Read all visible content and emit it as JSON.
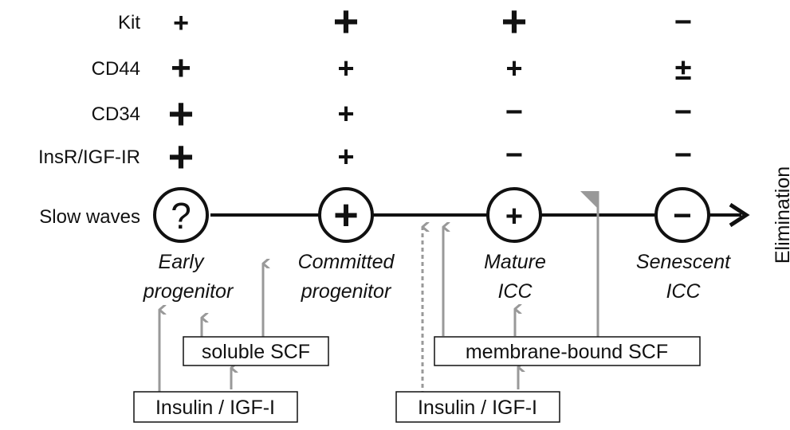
{
  "rows": [
    {
      "label": "Kit",
      "marks": [
        "+",
        "+",
        "+",
        "−"
      ],
      "weights": [
        "thin",
        "heavy",
        "heavy",
        "thin"
      ]
    },
    {
      "label": "CD44",
      "marks": [
        "+",
        "+",
        "+",
        "±"
      ],
      "weights": [
        "medium",
        "thin",
        "thin",
        "thin"
      ]
    },
    {
      "label": "CD34",
      "marks": [
        "+",
        "+",
        "−",
        "−"
      ],
      "weights": [
        "heavy",
        "thin",
        "thin",
        "thin"
      ]
    },
    {
      "label": "InsR/IGF-IR",
      "marks": [
        "+",
        "+",
        "−",
        "−"
      ],
      "weights": [
        "heavy",
        "thin",
        "thin",
        "thin"
      ]
    }
  ],
  "slow_waves": {
    "label": "Slow waves",
    "symbols": [
      "?",
      "+",
      "+",
      "−"
    ]
  },
  "stages": [
    {
      "line1": "Early",
      "line2": "progenitor"
    },
    {
      "line1": "Committed",
      "line2": "progenitor"
    },
    {
      "line1": "Mature",
      "line2": "ICC"
    },
    {
      "line1": "Senescent",
      "line2": "ICC"
    }
  ],
  "elimination_label": "Elimination",
  "boxes": {
    "soluble_scf": "soluble SCF",
    "membrane_scf": "membrane-bound SCF",
    "insulin_left": "Insulin / IGF-I",
    "insulin_right": "Insulin / IGF-I"
  },
  "colors": {
    "arrow_gray": "#999999",
    "ink": "#111111"
  }
}
